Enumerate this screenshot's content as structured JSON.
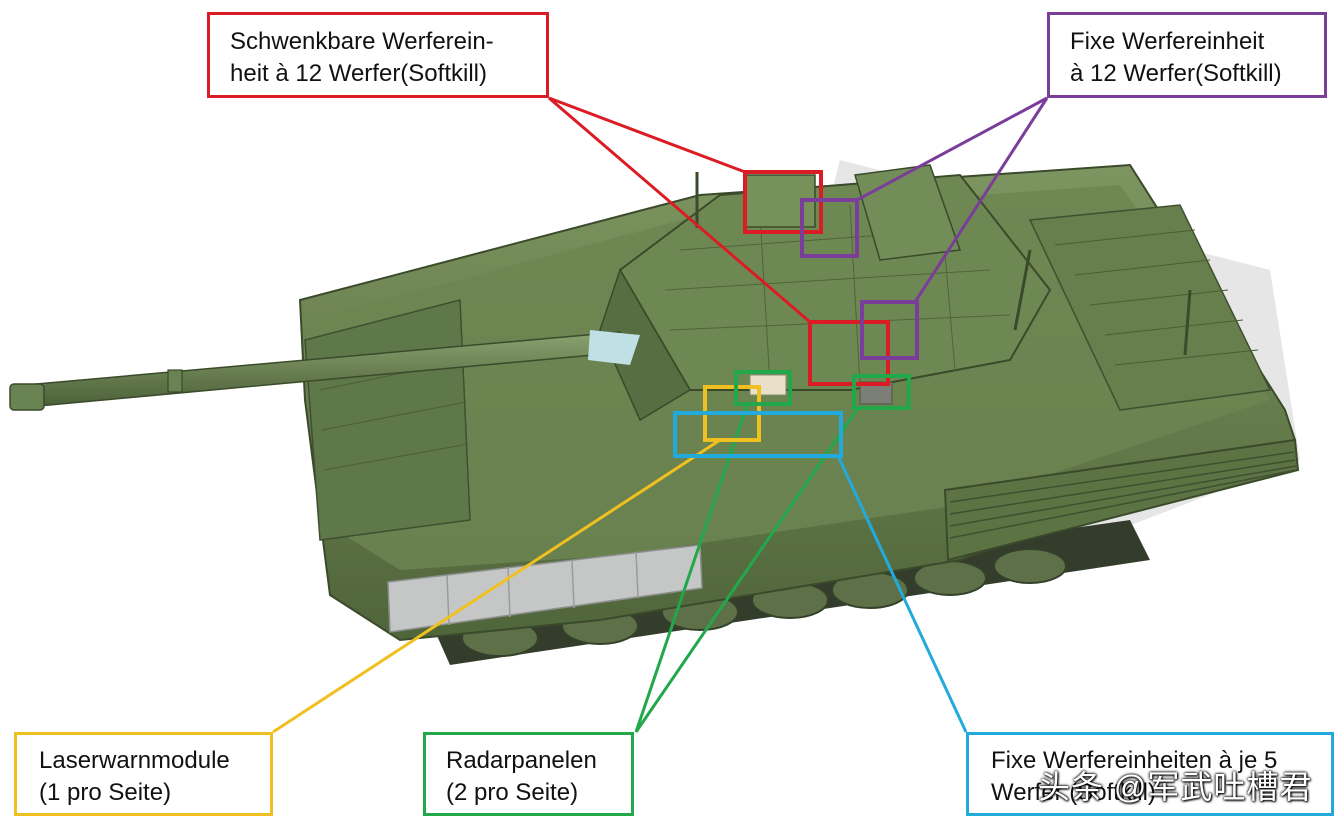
{
  "colors": {
    "red": "#dc1c24",
    "purple": "#7a3d9a",
    "yellow": "#f0c020",
    "green": "#22a84a",
    "blue": "#22aadd",
    "hull": "#617a4a",
    "hull_dark": "#42552f",
    "hull_light": "#8aa06a",
    "skirt_grey": "#c5c7c7"
  },
  "callouts": {
    "swivel_launcher": {
      "line1": "Schwenkbare Werferein-",
      "line2": "heit à 12 Werfer(Softkill)"
    },
    "fixed_launcher": {
      "line1": "Fixe Werfereinheit",
      "line2": "à 12 Werfer(Softkill)"
    },
    "laser_warning": {
      "line1": "Laserwarnmodule",
      "line2": "(1 pro Seite)"
    },
    "radar_panels": {
      "line1": "Radarpanelen",
      "line2": "(2 pro Seite)"
    },
    "fixed_launchers_5": {
      "line1": "Fixe Werfereinheiten à je 5",
      "line2": "Werfer (Softkill)"
    }
  },
  "watermark": "头条 @军武吐槽君"
}
